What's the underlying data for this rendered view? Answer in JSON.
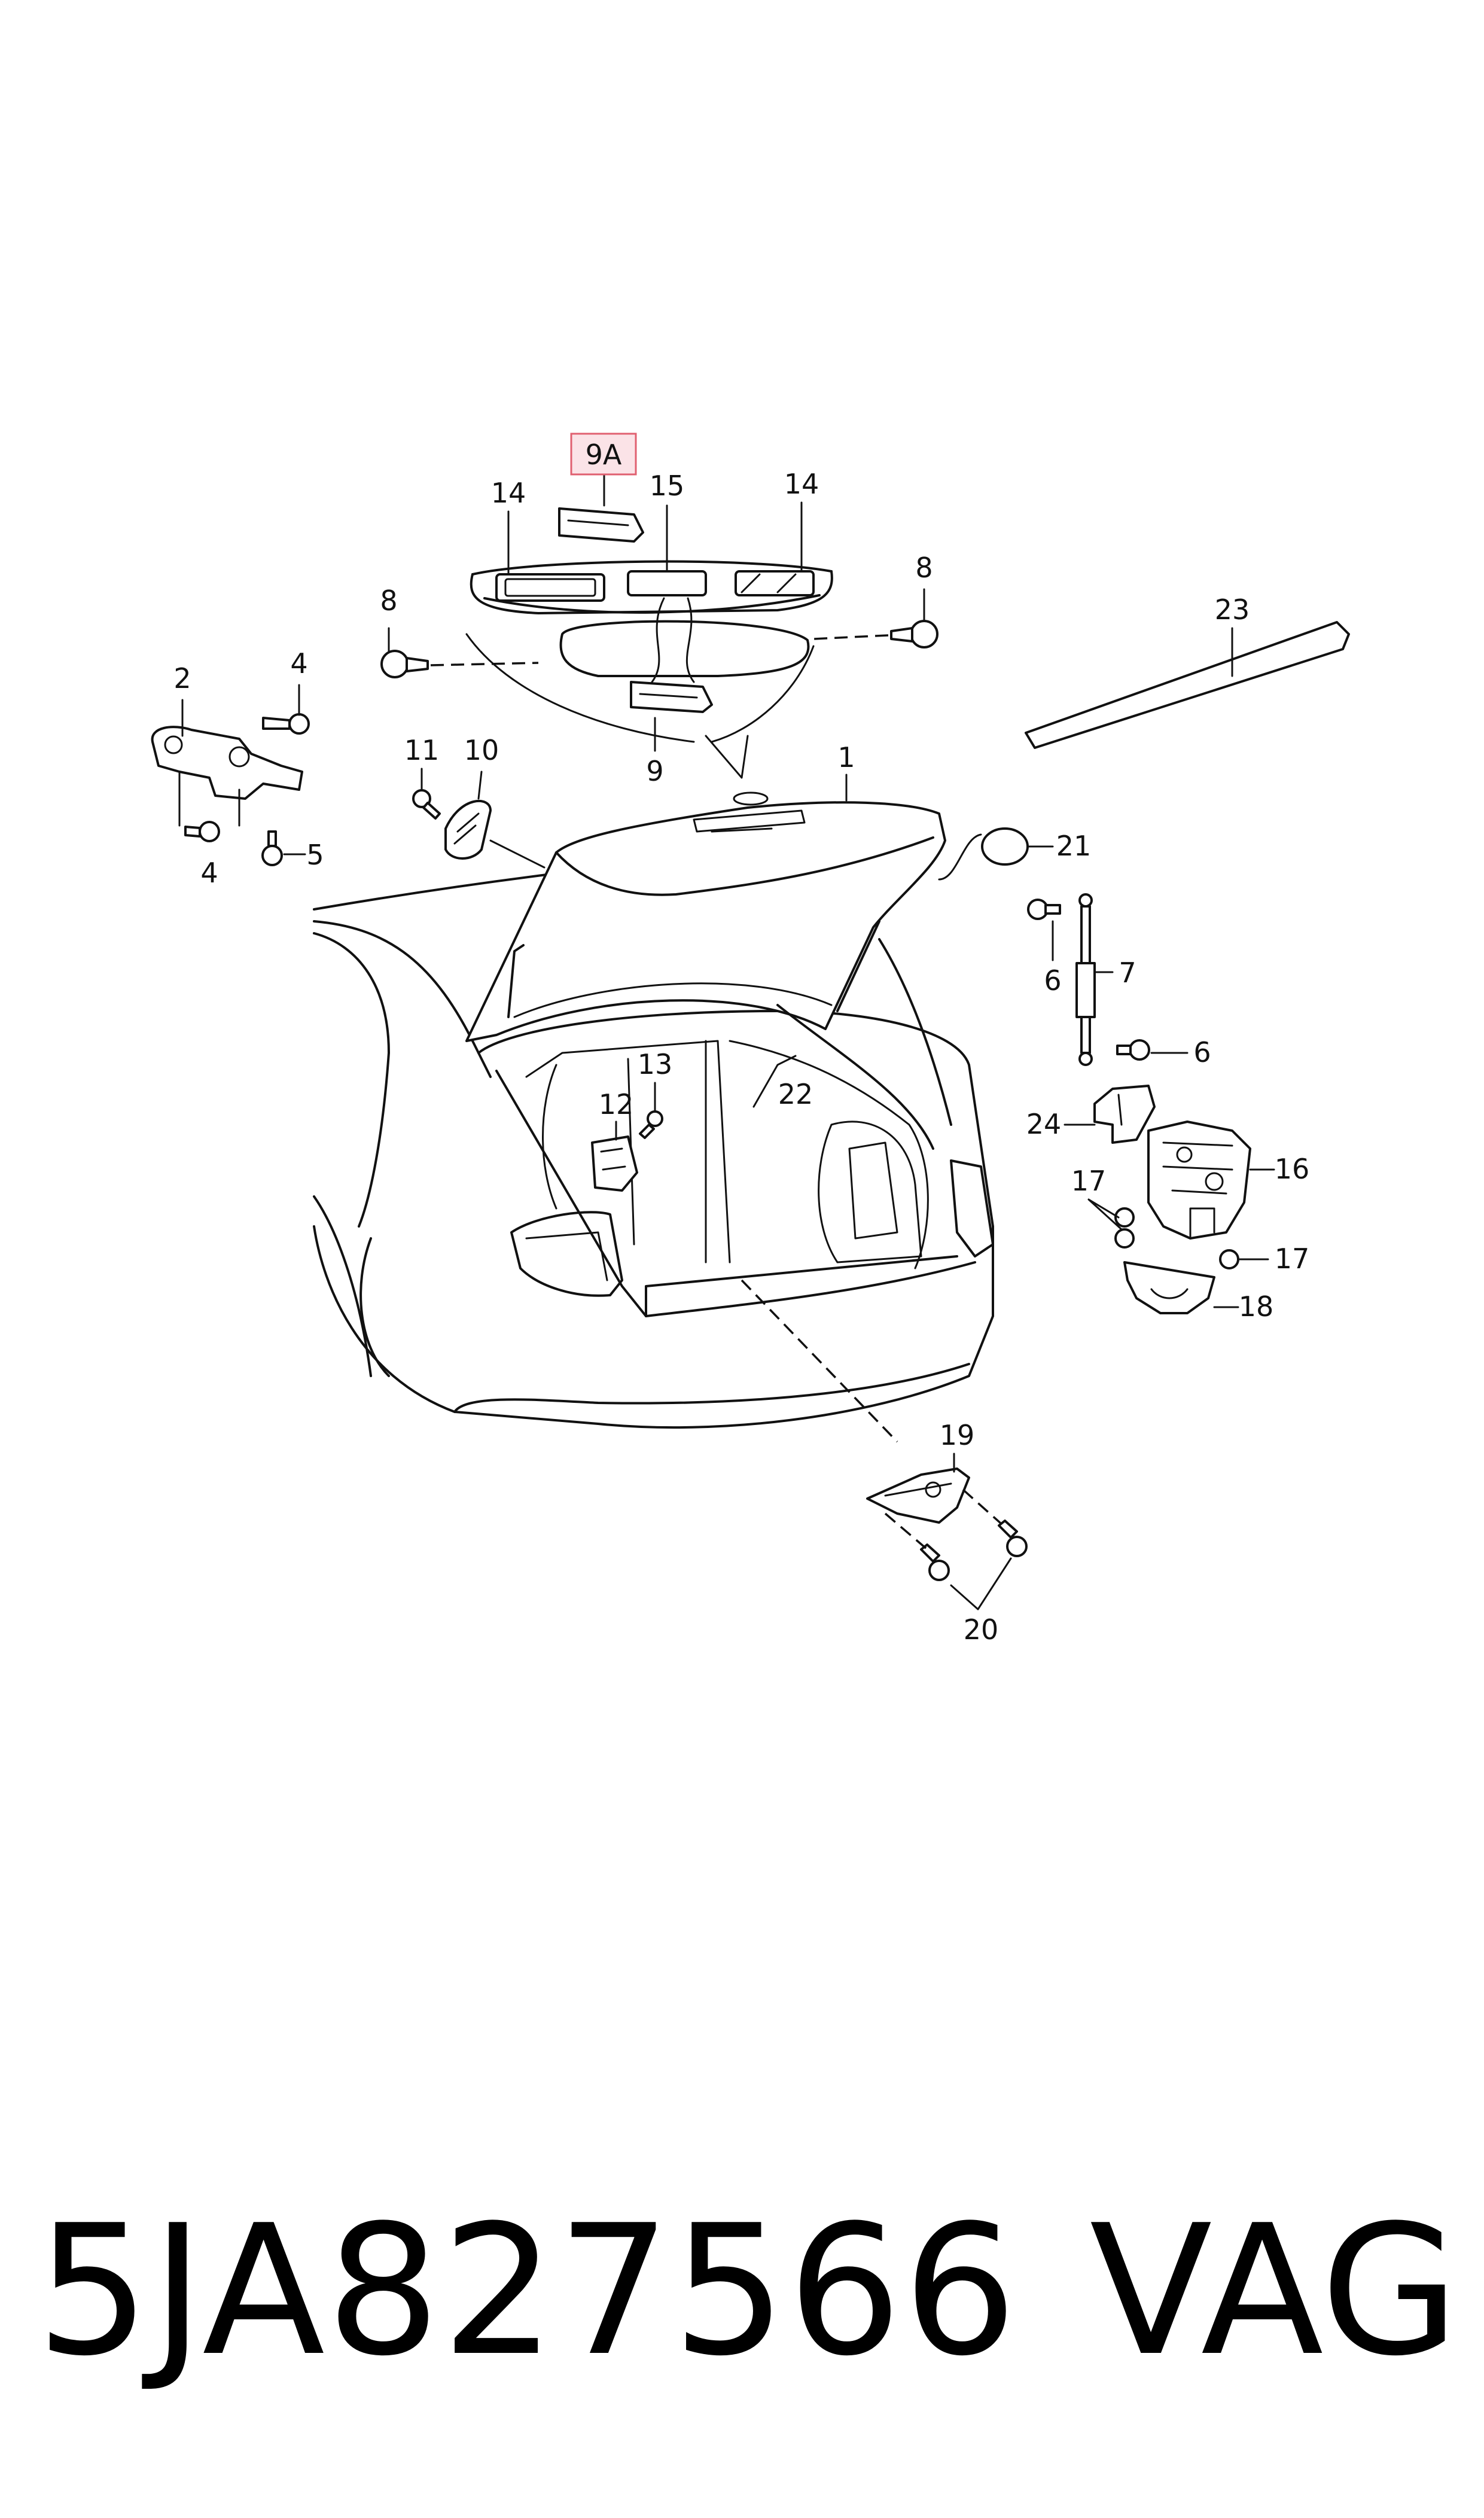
{
  "callouts": {
    "c9A": "9A",
    "c14a": "14",
    "c15": "15",
    "c14b": "14",
    "c8a": "8",
    "c8b": "8",
    "c23": "23",
    "c2": "2",
    "c4a": "4",
    "c4b": "4",
    "c5": "5",
    "c9": "9",
    "c11": "11",
    "c10": "10",
    "c1": "1",
    "c21": "21",
    "c6a": "6",
    "c7": "7",
    "c6b": "6",
    "c13": "13",
    "c12": "12",
    "c22": "22",
    "c24": "24",
    "c16": "16",
    "c17a": "17",
    "c17b": "17",
    "c18": "18",
    "c19": "19",
    "c20": "20"
  },
  "footer": {
    "part_number": "5JA827566",
    "brand": "VAG"
  },
  "colors": {
    "highlight_border": "#e06070",
    "highlight_fill": "#fbe3e7",
    "ink": "#111111"
  }
}
